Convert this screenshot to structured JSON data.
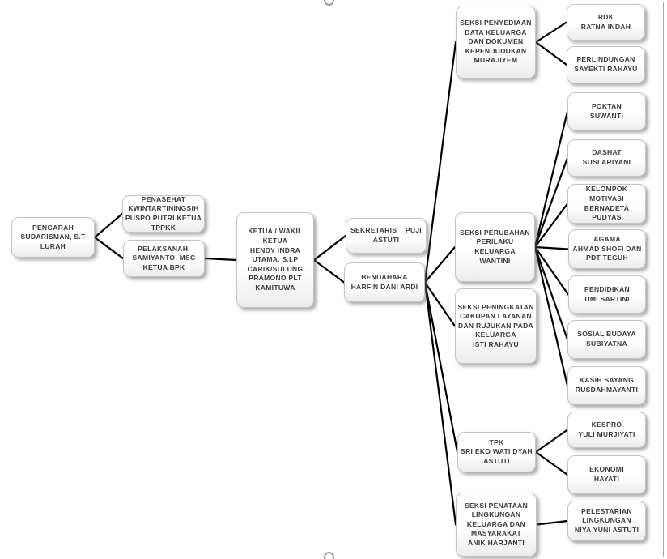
{
  "canvas": {
    "background": "#ffffff",
    "border_color": "#a6a6a6",
    "handle_color": "#9d9d9d"
  },
  "diagram": {
    "type": "org-chart",
    "connector_color": "#000000",
    "node_fill": "#ffffff",
    "node_border_color": "#c3c3c3",
    "node_text_color": "#3b3b3b",
    "nodes": [
      {
        "id": "pengarah",
        "label": "PENGARAH\nSUDARISMAN, S.T\nLURAH"
      },
      {
        "id": "penasehat",
        "label": "PENASEHAT\nKWINTARTININGSIH\nPUSPO PUTRI KETUA\nTPPKK"
      },
      {
        "id": "pelaksanah",
        "label": "PELAKSANAH.\nSAMIYANTO, MSC\nKETUA BPK"
      },
      {
        "id": "ketua",
        "label": "KETUA / WAKIL\nKETUA\nHENDY INDRA\nUTAMA, S.I.P\nCARIK/SULUNG\nPRAMONO PLT\nKAMITUWA"
      },
      {
        "id": "sekretaris",
        "label": "SEKRETARIS    PUJI\nASTUTI"
      },
      {
        "id": "bendahara",
        "label": "BENDAHARA\nHARFIN DANI ARDI"
      },
      {
        "id": "seksi-penyediaan",
        "label": "SEKSI PENYEDIAAN\nDATA KELUARGA\nDAN DOKUMEN\nKEPENDUDUKAN\nMURAJIYEM"
      },
      {
        "id": "seksi-perubahan",
        "label": "SEKSI PERUBAHAN\nPERILAKU KELUARGA\nWANTINI"
      },
      {
        "id": "seksi-peningkatan",
        "label": "SEKSI PENINGKATAN\nCAKUPAN LAYANAN\nDAN RUJUKAN PADA\nKELUARGA\nISTI RAHAYU"
      },
      {
        "id": "tpk",
        "label": "TPK\nSRI EKO WATI DYAH\nASTUTI"
      },
      {
        "id": "seksi-penataan",
        "label": "SEKSI PENATAAN\nLINGKUNGAN\nKELUARGA DAN\nMASYARAKAT\nANIK HARJANTI"
      },
      {
        "id": "rdk",
        "label": "RDK\nRATNA INDAH"
      },
      {
        "id": "perlindungan",
        "label": "PERLINDUNGAN\nSAYEKTI RAHAYU"
      },
      {
        "id": "poktan",
        "label": "POKTAN\nSUWANTI"
      },
      {
        "id": "dashat",
        "label": "DASHAT\nSUSI ARIYANI"
      },
      {
        "id": "kelompok-motivasi",
        "label": "KELOMPOK\nMOTIVASI\nBERNADETA PUDYAS"
      },
      {
        "id": "agama",
        "label": "AGAMA\nAHMAD SHOFI DAN\nPDT TEGUH"
      },
      {
        "id": "pendidikan",
        "label": "PENDIDIKAN\nUMI SARTINI"
      },
      {
        "id": "sosial-budaya",
        "label": "SOSIAL BUDAYA\nSUBIYATNA"
      },
      {
        "id": "kasih-sayang",
        "label": "KASIH SAYANG\nRUSDAHMAYANTI"
      },
      {
        "id": "kespro",
        "label": "KESPRO\nYULI MURJIYATI"
      },
      {
        "id": "ekonomi",
        "label": "EKONOMI\nHAYATI"
      },
      {
        "id": "pelestarian",
        "label": "PELESTARIAN\nLINGKUNGAN\nNIYA YUNI ASTUTI"
      }
    ],
    "edges": [
      {
        "from": "pengarah",
        "to": "penasehat"
      },
      {
        "from": "pengarah",
        "to": "pelaksanah"
      },
      {
        "from": "pelaksanah",
        "to": "ketua"
      },
      {
        "from": "ketua",
        "to": "sekretaris"
      },
      {
        "from": "ketua",
        "to": "bendahara"
      },
      {
        "from": "bendahara",
        "to": "seksi-penyediaan"
      },
      {
        "from": "bendahara",
        "to": "seksi-perubahan"
      },
      {
        "from": "bendahara",
        "to": "seksi-peningkatan"
      },
      {
        "from": "bendahara",
        "to": "tpk"
      },
      {
        "from": "bendahara",
        "to": "seksi-penataan"
      },
      {
        "from": "seksi-penyediaan",
        "to": "rdk"
      },
      {
        "from": "seksi-penyediaan",
        "to": "perlindungan"
      },
      {
        "from": "seksi-perubahan",
        "to": "poktan"
      },
      {
        "from": "seksi-perubahan",
        "to": "dashat"
      },
      {
        "from": "seksi-perubahan",
        "to": "kelompok-motivasi"
      },
      {
        "from": "seksi-perubahan",
        "to": "agama"
      },
      {
        "from": "seksi-perubahan",
        "to": "pendidikan"
      },
      {
        "from": "seksi-perubahan",
        "to": "sosial-budaya"
      },
      {
        "from": "seksi-perubahan",
        "to": "kasih-sayang"
      },
      {
        "from": "tpk",
        "to": "kespro"
      },
      {
        "from": "tpk",
        "to": "ekonomi"
      },
      {
        "from": "seksi-penataan",
        "to": "pelestarian"
      }
    ]
  }
}
